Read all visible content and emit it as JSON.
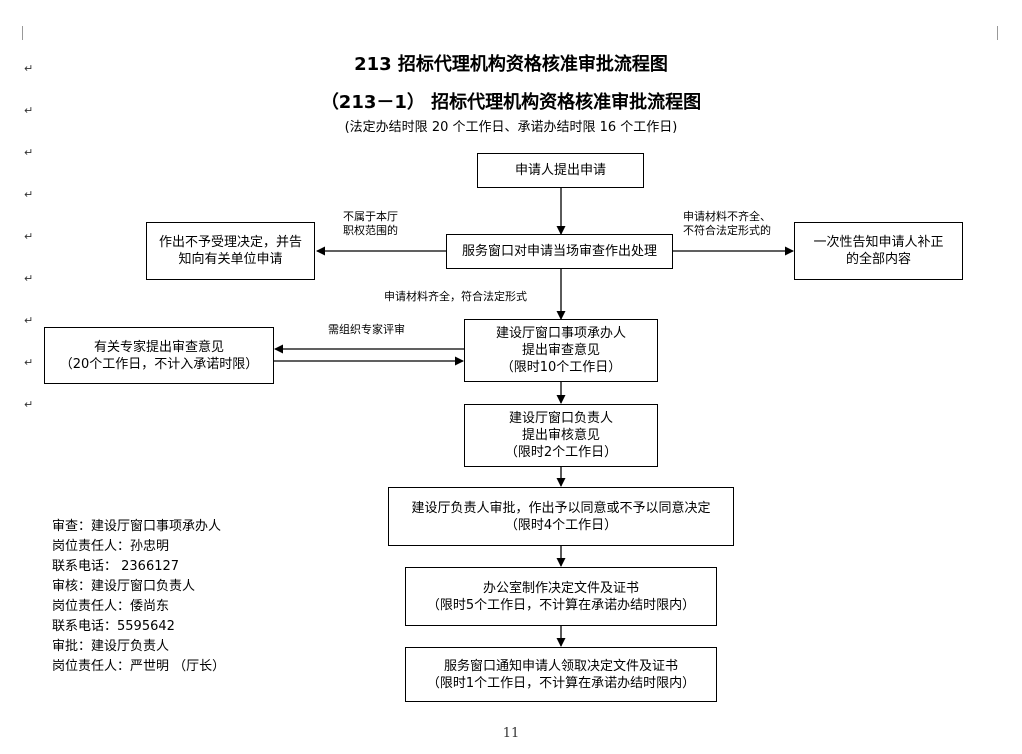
{
  "title_main": "213  招标代理机构资格核准审批流程图",
  "title_sub": "（213－1）   招标代理机构资格核准审批流程图",
  "time_limit_note": "(法定办结时限 20 个工作日、承诺办结时限 16 个工作日)",
  "boxes": {
    "apply": "申请人提出申请",
    "window_check": "服务窗口对申请当场审查作出处理",
    "reject": [
      "作出不予受理决定，并告",
      "知向有关单位申请"
    ],
    "notify_complete": [
      "一次性告知申请人补正",
      "的全部内容"
    ],
    "staff_review": [
      "建设厅窗口事项承办人",
      "提出审查意见",
      "（限时10个工作日）"
    ],
    "expert_review": [
      "有关专家提出审查意见",
      "（20个工作日，不计入承诺时限）"
    ],
    "head_review": [
      "建设厅窗口负责人",
      "提出审核意见",
      "（限时2个工作日）"
    ],
    "director_approve": [
      "建设厅负责人审批，作出予以同意或不予以同意决定",
      "（限时4个工作日）"
    ],
    "office_make": [
      "办公室制作决定文件及证书",
      "（限时5个工作日，不计算在承诺办结时限内）"
    ],
    "window_notify": [
      "服务窗口通知申请人领取决定文件及证书",
      "（限时1个工作日，不计算在承诺办结时限内）"
    ]
  },
  "labels": {
    "not_jurisdiction": [
      "不属于本厅",
      "职权范围的"
    ],
    "incomplete": [
      "申请材料不齐全、",
      "不符合法定形式的"
    ],
    "complete": "申请材料齐全，符合法定形式",
    "need_expert": "需组织专家评审"
  },
  "contacts": [
    "审查：建设厅窗口事项承办人",
    "岗位责任人：孙忠明",
    "联系电话： 2366127",
    "审核：建设厅窗口负责人",
    "岗位责任人：倭尚东",
    "联系电话：5595642",
    "审批：建设厅负责人",
    "岗位责任人：严世明 （厅长）"
  ],
  "page_number": "11",
  "paragraph_mark": "↵"
}
